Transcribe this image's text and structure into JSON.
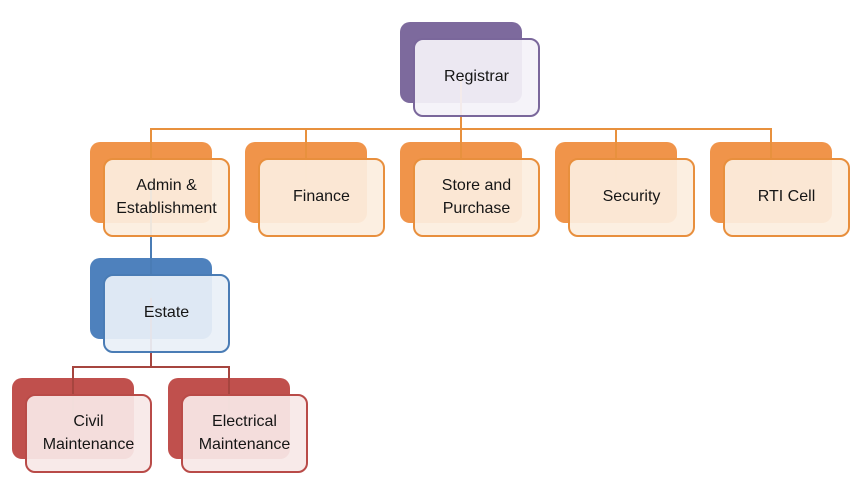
{
  "diagram": {
    "type": "org-chart",
    "background_color": "#ffffff",
    "nodes": [
      {
        "id": "registrar",
        "label": "Registrar",
        "parent": null,
        "level": 1,
        "theme": {
          "shadow": "#7d6a9d",
          "border": "#7a679b",
          "fill": "#f4f2f9"
        }
      },
      {
        "id": "admin-establishment",
        "label": "Admin & Establishment",
        "parent": "registrar",
        "level": 2,
        "theme": {
          "shadow": "#f0944a",
          "border": "#e88f3d",
          "fill": "#fceedf"
        }
      },
      {
        "id": "finance",
        "label": "Finance",
        "parent": "registrar",
        "level": 2,
        "theme": {
          "shadow": "#f0944a",
          "border": "#e88f3d",
          "fill": "#fceedf"
        }
      },
      {
        "id": "store-and-purchase",
        "label": "Store and Purchase",
        "parent": "registrar",
        "level": 2,
        "theme": {
          "shadow": "#f0944a",
          "border": "#e88f3d",
          "fill": "#fceedf"
        }
      },
      {
        "id": "security",
        "label": "Security",
        "parent": "registrar",
        "level": 2,
        "theme": {
          "shadow": "#f0944a",
          "border": "#e88f3d",
          "fill": "#fceedf"
        }
      },
      {
        "id": "rti-cell",
        "label": "RTI Cell",
        "parent": "registrar",
        "level": 2,
        "theme": {
          "shadow": "#f0944a",
          "border": "#e88f3d",
          "fill": "#fceedf"
        }
      },
      {
        "id": "estate",
        "label": "Estate",
        "parent": "admin-establishment",
        "level": 3,
        "theme": {
          "shadow": "#4e81bd",
          "border": "#4a7cb5",
          "fill": "#eaf0f8"
        }
      },
      {
        "id": "civil-maintenance",
        "label": "Civil Maintenance",
        "parent": "estate",
        "level": 4,
        "theme": {
          "shadow": "#c0504d",
          "border": "#b94b48",
          "fill": "#f8e8e7"
        }
      },
      {
        "id": "electrical-maintenance",
        "label": "Electrical Maintenance",
        "parent": "estate",
        "level": 4,
        "theme": {
          "shadow": "#c0504d",
          "border": "#b94b48",
          "fill": "#f8e8e7"
        }
      }
    ],
    "connector_colors": {
      "registrar_to_level2": "#e8913e",
      "admin_to_estate": "#4a7cb5",
      "estate_to_maintenance": "#a6453f"
    }
  }
}
